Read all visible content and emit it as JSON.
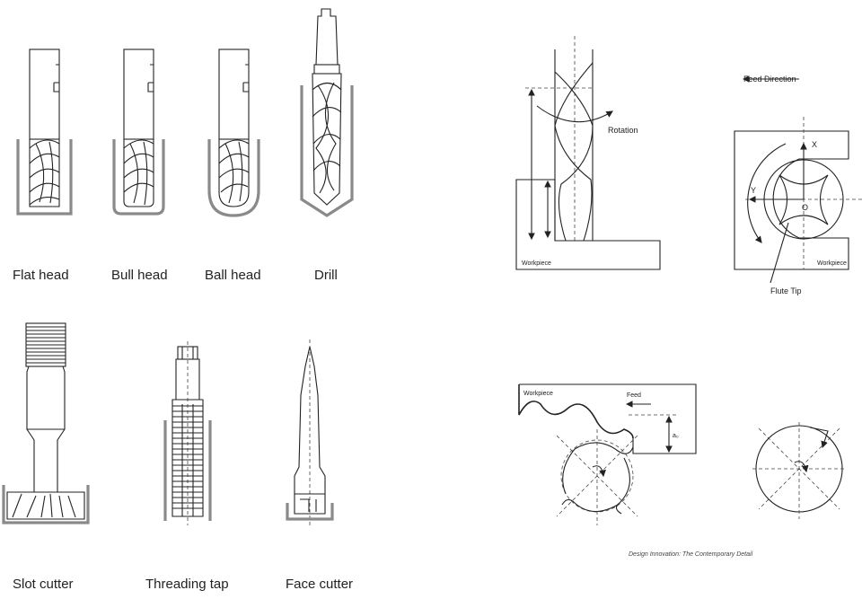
{
  "tools": {
    "flat_head": "Flat head",
    "bull_head": "Bull head",
    "ball_head": "Ball head",
    "drill": "Drill",
    "slot_cutter": "Slot cutter",
    "threading_tap": "Threading tap",
    "face_cutter": "Face cutter"
  },
  "diagram1": {
    "rotation": "Rotation",
    "workpiece": "Workpiece"
  },
  "diagram2": {
    "feed_direction": "Feed Direction",
    "axis_x": "X",
    "axis_y": "Y",
    "center": "O",
    "workpiece": "Workpiece",
    "flute_tip": "Flute Tip"
  },
  "diagram3": {
    "workpiece": "Workpiece",
    "feed": "Feed",
    "depth": "a₀"
  },
  "credit": "Design Innovation: The Contemporary Detail",
  "colors": {
    "line": "#222222",
    "holder": "#8a8a8a"
  }
}
